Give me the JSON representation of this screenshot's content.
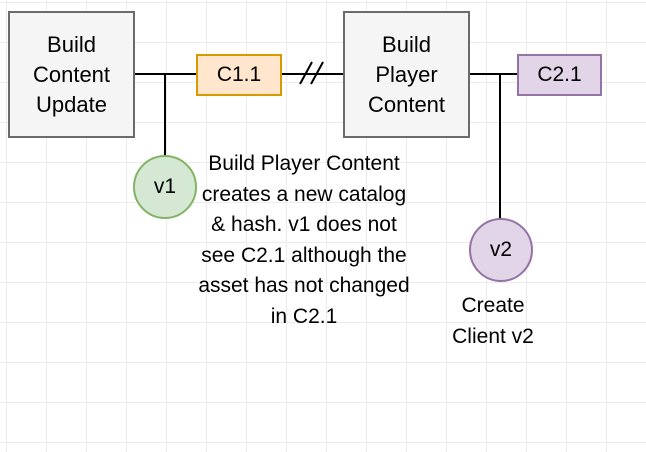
{
  "boxes": {
    "build_content_update": "Build Content Update",
    "build_player_content": "Build Player Content"
  },
  "catalogs": {
    "c1": {
      "label": "C1.1",
      "fill": "#ffe6cc",
      "stroke": "#d79b00"
    },
    "c2": {
      "label": "C2.1",
      "fill": "#e1d5e7",
      "stroke": "#9673a6"
    }
  },
  "clients": {
    "v1": {
      "label": "v1",
      "fill": "#d5e8d4",
      "stroke": "#82b366"
    },
    "v2": {
      "label": "v2",
      "fill": "#e1d5e7",
      "stroke": "#9673a6"
    }
  },
  "notes": {
    "explanation": "Build Player Content creates a new catalog & hash. v1 does not see C2.1 although the asset has not changed in C2.1",
    "create_client": "Create Client v2"
  }
}
